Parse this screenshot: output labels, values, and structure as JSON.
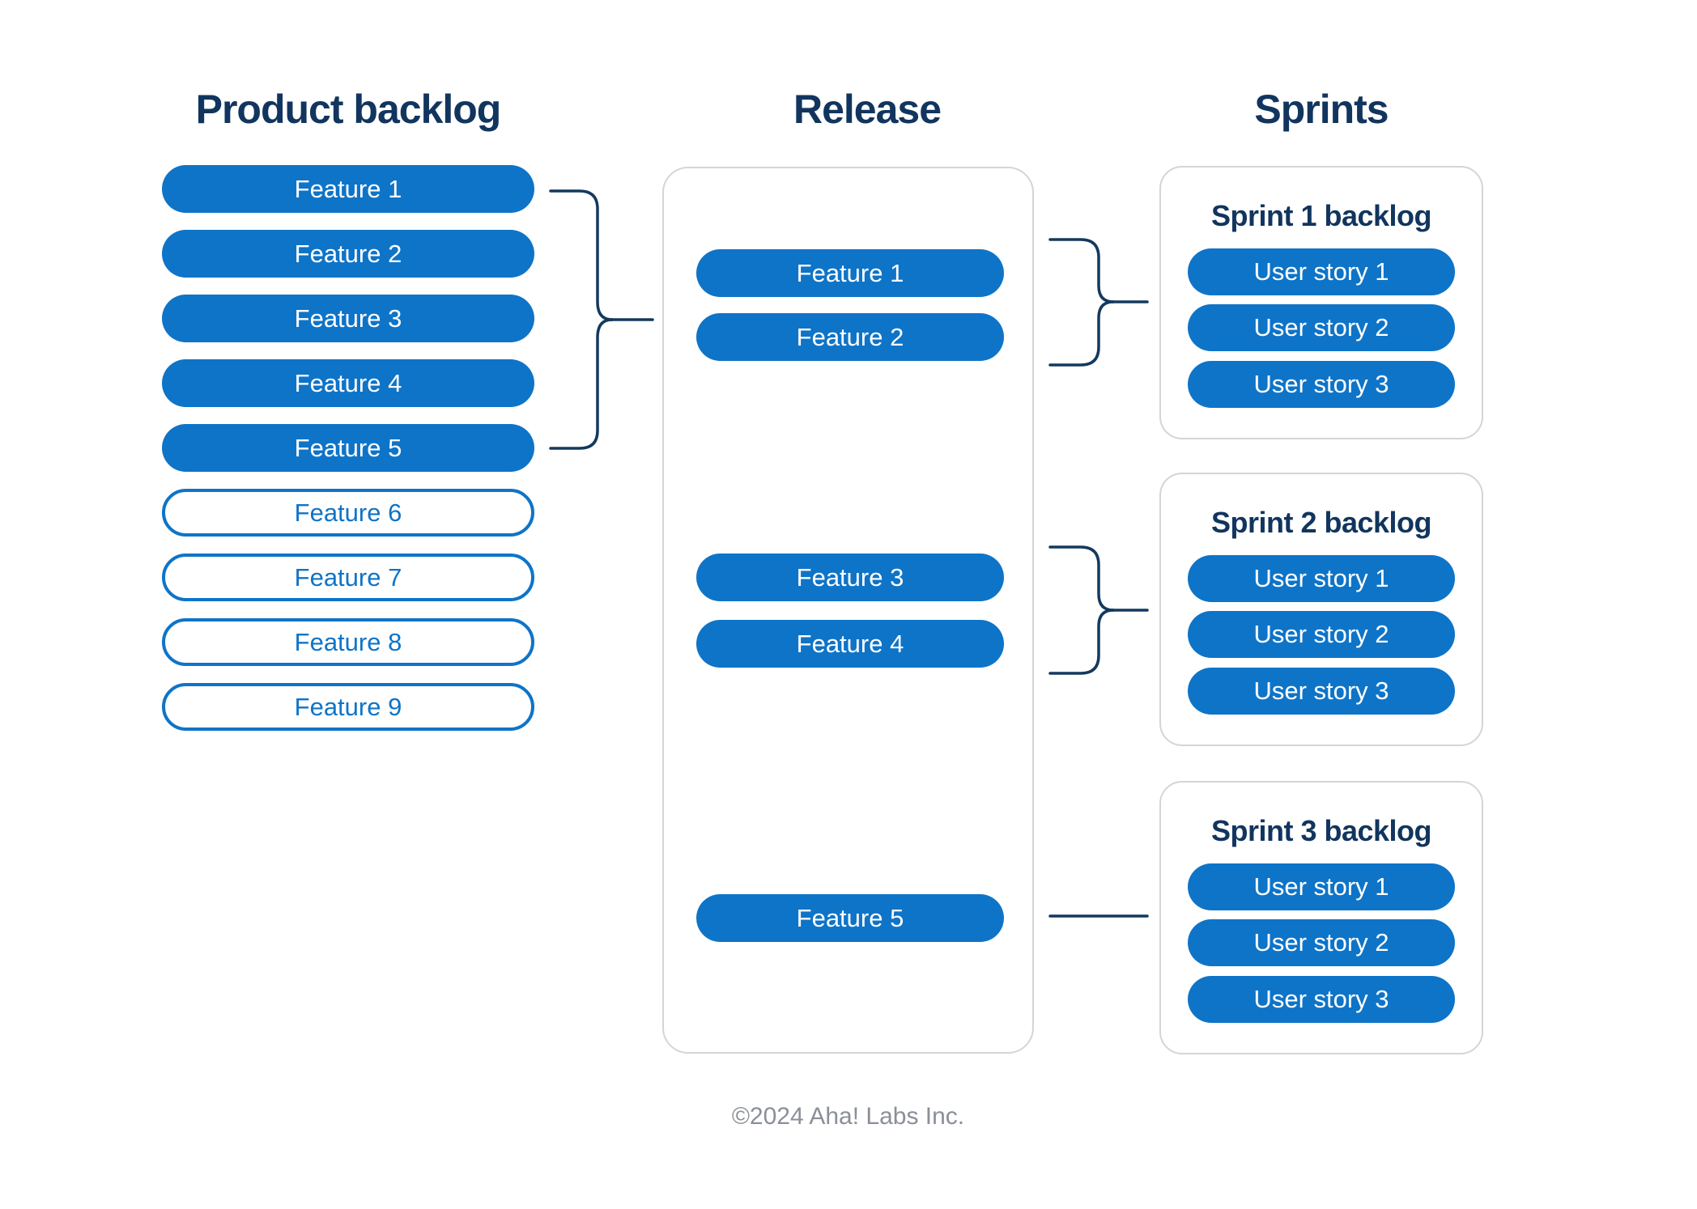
{
  "columns": {
    "backlog": {
      "title": "Product backlog"
    },
    "release": {
      "title": "Release"
    },
    "sprints": {
      "title": "Sprints"
    }
  },
  "backlog": {
    "features": [
      {
        "label": "Feature 1",
        "variant": "solid"
      },
      {
        "label": "Feature 2",
        "variant": "solid"
      },
      {
        "label": "Feature 3",
        "variant": "solid"
      },
      {
        "label": "Feature 4",
        "variant": "solid"
      },
      {
        "label": "Feature 5",
        "variant": "solid"
      },
      {
        "label": "Feature 6",
        "variant": "outline"
      },
      {
        "label": "Feature 7",
        "variant": "outline"
      },
      {
        "label": "Feature 8",
        "variant": "outline"
      },
      {
        "label": "Feature 9",
        "variant": "outline"
      }
    ]
  },
  "release": {
    "features": [
      {
        "label": "Feature 1"
      },
      {
        "label": "Feature 2"
      },
      {
        "label": "Feature 3"
      },
      {
        "label": "Feature 4"
      },
      {
        "label": "Feature 5"
      }
    ]
  },
  "sprints": [
    {
      "title": "Sprint 1 backlog",
      "stories": [
        "User story 1",
        "User story 2",
        "User story 3"
      ]
    },
    {
      "title": "Sprint 2 backlog",
      "stories": [
        "User story 1",
        "User story 2",
        "User story 3"
      ]
    },
    {
      "title": "Sprint 3 backlog",
      "stories": [
        "User story 1",
        "User story 2",
        "User story 3"
      ]
    }
  ],
  "footer": {
    "copyright": "©2024 Aha! Labs Inc."
  },
  "colors": {
    "pill_blue": "#0e74c8",
    "navy": "#11355e",
    "connector": "#14395e",
    "box_border": "#d5d5d5",
    "footer_gray": "#8a8f98",
    "pill_text": "#ffffff"
  }
}
